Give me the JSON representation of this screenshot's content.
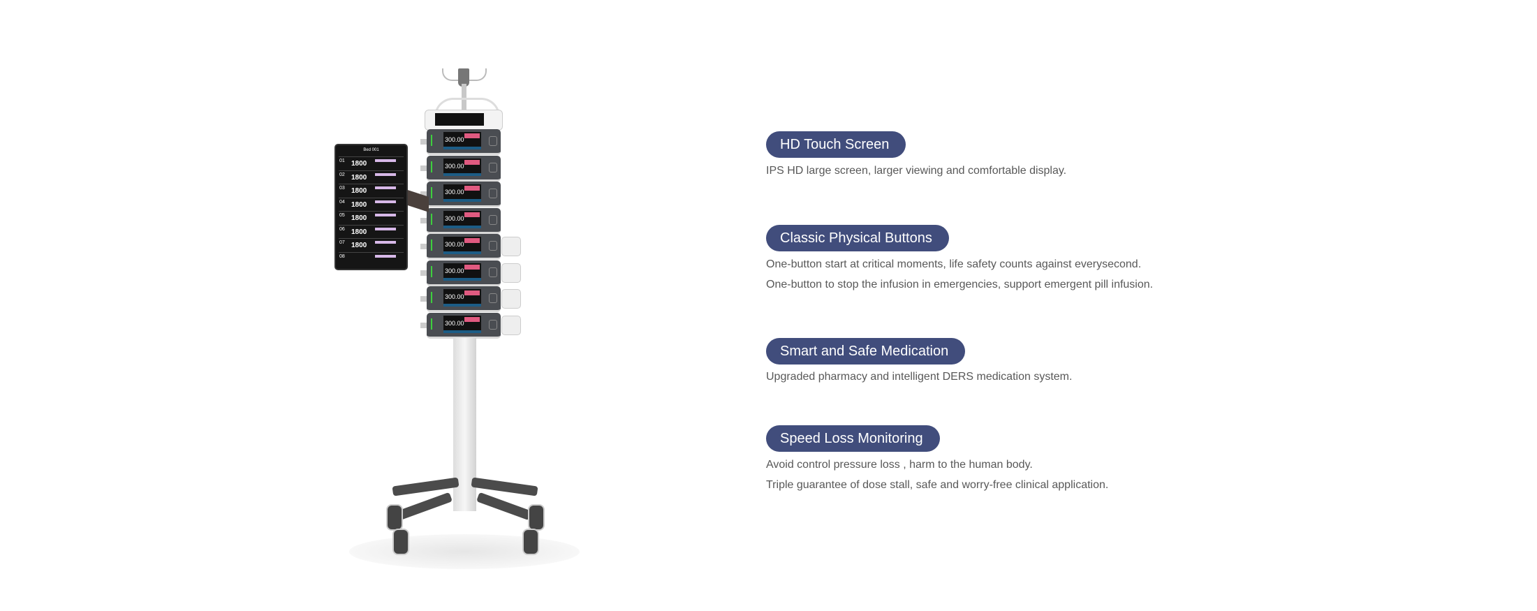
{
  "device": {
    "tablet_header": "Bed 001",
    "tablet_rows": [
      {
        "num": "01",
        "value": "1800"
      },
      {
        "num": "02",
        "value": "1800"
      },
      {
        "num": "03",
        "value": "1800"
      },
      {
        "num": "04",
        "value": "1800"
      },
      {
        "num": "05",
        "value": "1800"
      },
      {
        "num": "06",
        "value": "1800"
      },
      {
        "num": "07",
        "value": "1800"
      },
      {
        "num": "08",
        "value": ""
      }
    ],
    "pump_value": "300.00"
  },
  "features": [
    {
      "title": "HD Touch Screen",
      "lines": [
        "IPS HD large screen, larger viewing and comfortable display."
      ]
    },
    {
      "title": "Classic Physical Buttons",
      "lines": [
        "One-button start at critical moments, life safety counts against everysecond.",
        "One-button to stop the infusion in emergencies, support emergent pill infusion."
      ]
    },
    {
      "title": "Smart and Safe Medication",
      "lines": [
        "Upgraded pharmacy and intelligent DERS medication system."
      ]
    },
    {
      "title": "Speed Loss Monitoring",
      "lines": [
        "Avoid control pressure loss , harm to the human body.",
        "Triple guarantee of dose stall, safe and worry-free clinical application."
      ]
    }
  ],
  "colors": {
    "pill_bg": "#414d7c",
    "desc_text": "#585858"
  }
}
